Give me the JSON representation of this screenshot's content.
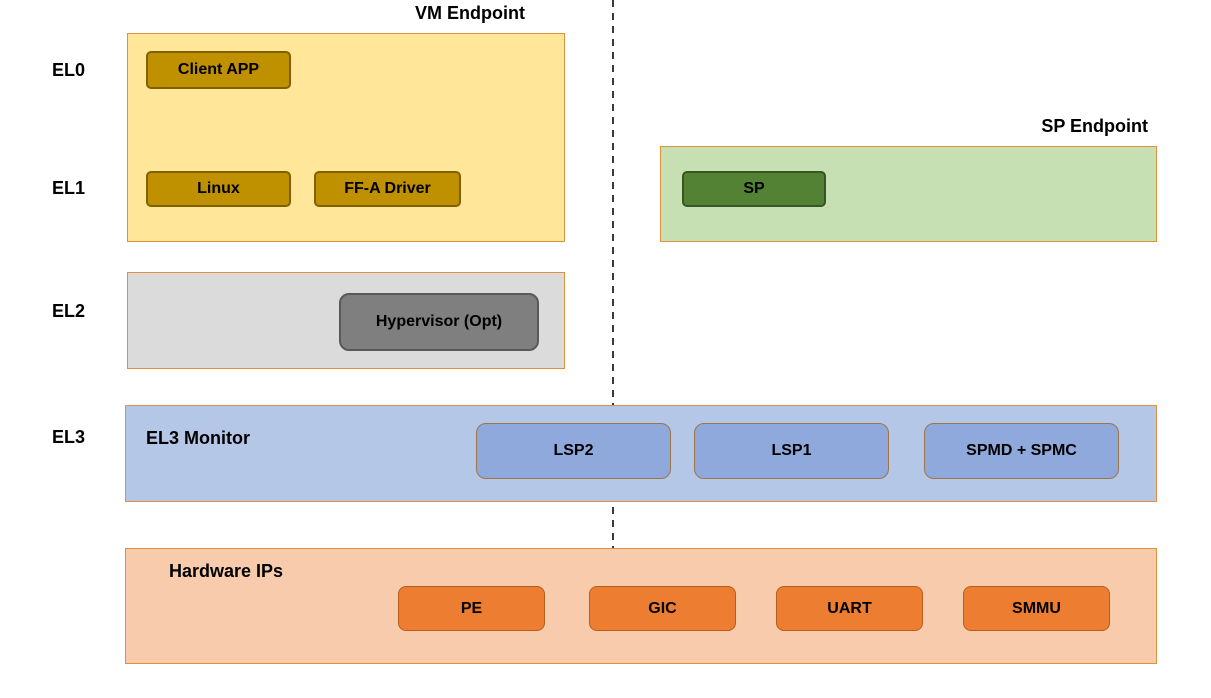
{
  "titles": {
    "vm_endpoint": "VM Endpoint",
    "sp_endpoint": "SP Endpoint"
  },
  "exception_levels": [
    "EL0",
    "EL1",
    "EL2",
    "EL3"
  ],
  "vm_endpoint": {
    "client_app": "Client APP",
    "linux": "Linux",
    "ffa_driver": "FF-A Driver"
  },
  "sp_endpoint": {
    "sp": "SP"
  },
  "el2_layer": {
    "hypervisor": "Hypervisor (Opt)"
  },
  "el3_layer": {
    "title": "EL3 Monitor",
    "lsp2": "LSP2",
    "lsp1": "LSP1",
    "spmd_spmc": "SPMD + SPMC"
  },
  "hardware": {
    "title": "Hardware IPs",
    "items": [
      "PE",
      "GIC",
      "UART",
      "SMMU"
    ]
  },
  "colors": {
    "vm_fill": "#FFE699",
    "gold_chip": "#BF9000",
    "sp_fill": "#C6E0B4",
    "sp_chip": "#548235",
    "el2_fill": "#DBDBDB",
    "hypervisor_chip": "#7F7F7F",
    "el3_fill": "#B4C7E7",
    "el3_chip": "#8FA9DC",
    "hw_fill": "#F8CBAD",
    "hw_chip": "#ED7D31",
    "container_border": "#E0913F",
    "divider": "#3A3A3A"
  }
}
